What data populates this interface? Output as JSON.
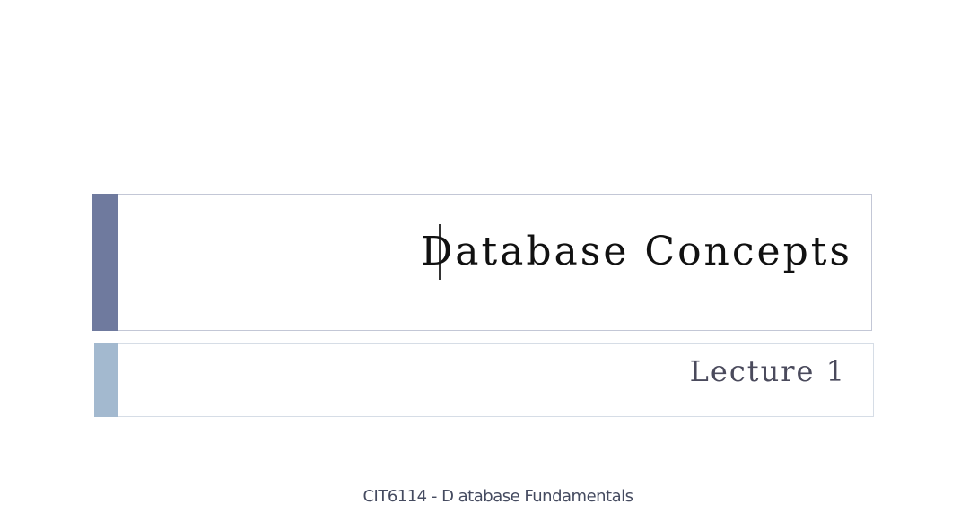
{
  "slide": {
    "title": "Database Concepts",
    "subtitle": "Lecture 1",
    "footer": "CIT6114 - D atabase Fundamentals"
  },
  "colors": {
    "title_accent": "#6f7a9e",
    "subtitle_accent": "#a3b9cf",
    "title_text": "#111111",
    "subtitle_text": "#4a4a5c",
    "footer_text": "#454b60"
  }
}
